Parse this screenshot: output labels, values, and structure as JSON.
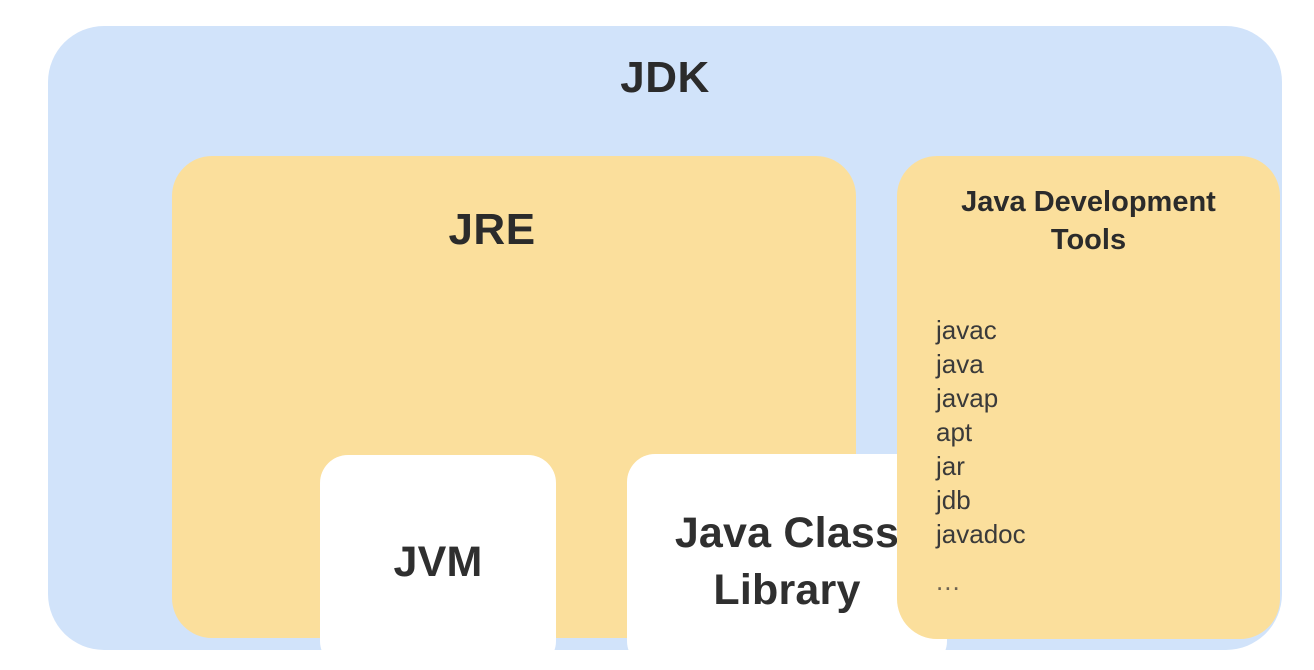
{
  "diagram": {
    "title": "JDK",
    "colors": {
      "outer_background": "#d1e3fa",
      "panel_background": "#fbdf9c",
      "card_background": "#ffffff",
      "text": "#2b2b2b",
      "page_background": "#ffffff"
    },
    "jdk": {
      "label": "JDK"
    },
    "jre": {
      "label": "JRE",
      "components": [
        {
          "label": "JVM"
        },
        {
          "label": "Java Class Library"
        }
      ]
    },
    "development_tools": {
      "heading": "Java Development Tools",
      "heading_lines": [
        "Java",
        "Development",
        "Tools"
      ],
      "tools": [
        "javac",
        "java",
        "javap",
        "apt",
        "jar",
        "jdb",
        "javadoc"
      ],
      "more_indicator": "..."
    }
  }
}
